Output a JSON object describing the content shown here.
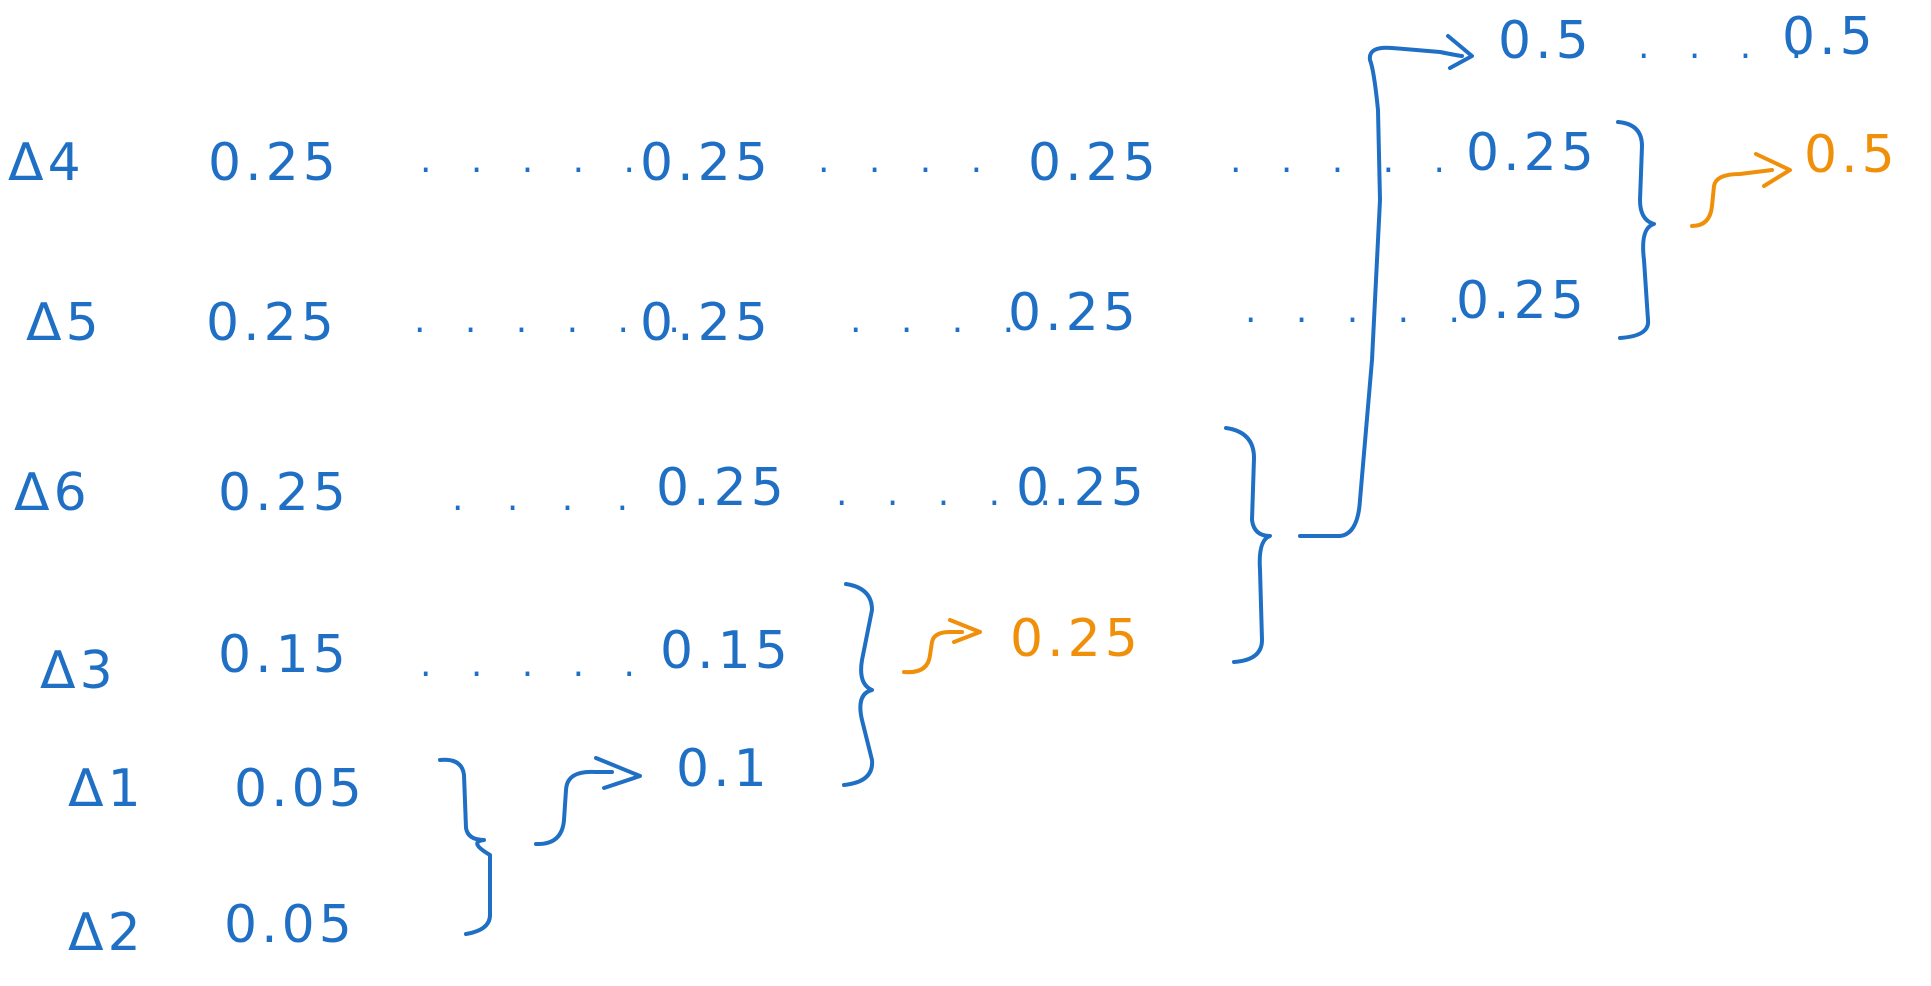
{
  "colors": {
    "ink": "#1f6fc5",
    "highlight": "#f0900a"
  },
  "rows": [
    {
      "label": "Δ4",
      "values": [
        "0.25",
        "0.25",
        "0.25",
        "0.25"
      ]
    },
    {
      "label": "Δ5",
      "values": [
        "0.25",
        "0.25",
        "0.25",
        "0.25"
      ]
    },
    {
      "label": "Δ6",
      "values": [
        "0.25",
        "0.25",
        "0.25"
      ]
    },
    {
      "label": "Δ3",
      "values": [
        "0.15",
        "0.15"
      ]
    },
    {
      "label": "Δ1",
      "values": [
        "0.05"
      ]
    },
    {
      "label": "Δ2",
      "values": [
        "0.05"
      ]
    }
  ],
  "merges": {
    "m1": "0.1",
    "m2": "0.25",
    "m3_left": "0.5",
    "m3_right": "0.5",
    "m4": "0.5"
  }
}
